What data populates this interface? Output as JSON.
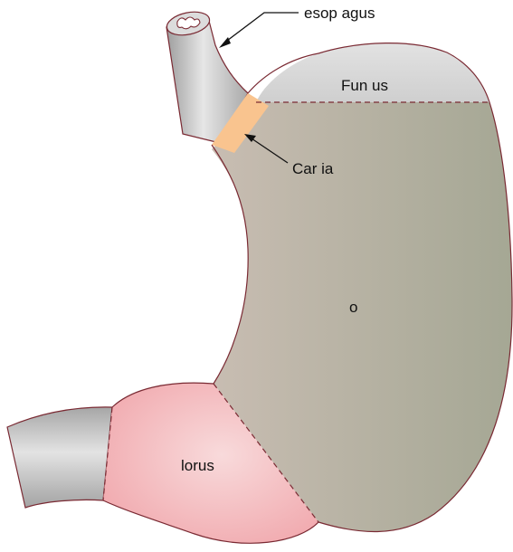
{
  "labels": {
    "esophagus": "esop agus",
    "fundus": "Fun us",
    "cardia": "Car ia",
    "body": "o",
    "pylorus": "lorus"
  },
  "colors": {
    "body_fill_left": "#c7bcb0",
    "body_fill_right": "#a7a896",
    "fundus_fill": "#d6d6d6",
    "cardia_fill": "#f9c48f",
    "pylorus_fill": "#f3b5b9",
    "esophagus_fill": "#c4c4c4",
    "duodenum_fill": "#c4c4c4",
    "outline": "#7a2a33",
    "boundary_dash": "#7a2a33"
  },
  "icons": {
    "esophagus_pointer": "arrow-icon",
    "cardia_pointer": "arrow-icon"
  }
}
